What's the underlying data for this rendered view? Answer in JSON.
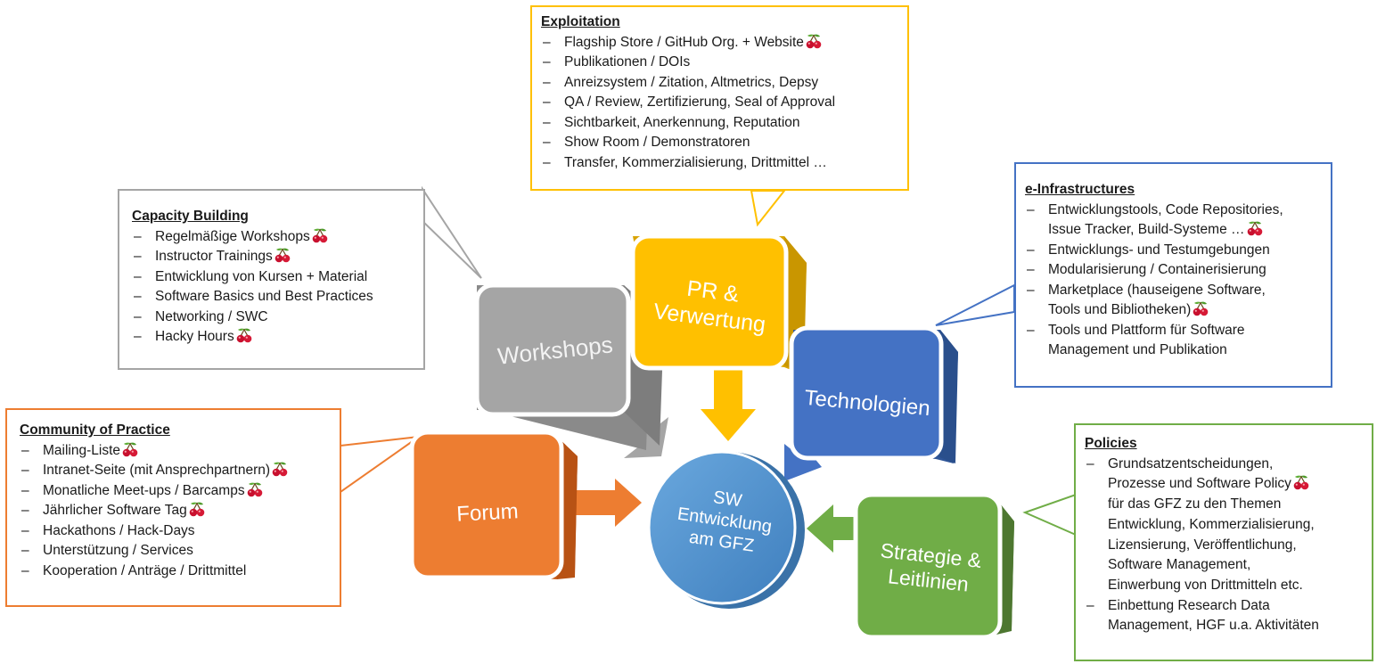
{
  "center": {
    "lines": [
      "SW",
      "Entwicklung",
      "am GFZ"
    ]
  },
  "nodes": {
    "workshops": {
      "label": "Workshops"
    },
    "pr": {
      "lines": [
        "PR &",
        "Verwertung"
      ]
    },
    "technologien": {
      "label": "Technologien"
    },
    "forum": {
      "label": "Forum"
    },
    "strategie": {
      "lines": [
        "Strategie &",
        "Leitlinien"
      ]
    }
  },
  "exploitation": {
    "title": "Exploitation",
    "items": [
      {
        "text": "Flagship Store / GitHub Org. + Website",
        "cherry": true
      },
      {
        "text": "Publikationen / DOIs",
        "cherry": false
      },
      {
        "text": "Anreizsystem / Zitation, Altmetrics, Depsy",
        "cherry": false
      },
      {
        "text": "QA / Review, Zertifizierung, Seal of Approval",
        "cherry": false
      },
      {
        "text": "Sichtbarkeit, Anerkennung, Reputation",
        "cherry": false
      },
      {
        "text": "Show Room / Demonstratoren",
        "cherry": false
      },
      {
        "text": "Transfer, Kommerzialisierung, Drittmittel …",
        "cherry": false
      }
    ]
  },
  "capacity": {
    "title": "Capacity Building",
    "items": [
      {
        "text": "Regelmäßige Workshops",
        "cherry": true
      },
      {
        "text": "Instructor Trainings",
        "cherry": true
      },
      {
        "text": "Entwicklung von Kursen + Material",
        "cherry": false
      },
      {
        "text": "Software Basics und Best Practices",
        "cherry": false
      },
      {
        "text": "Networking / SWC",
        "cherry": false
      },
      {
        "text": "Hacky Hours",
        "cherry": true
      }
    ]
  },
  "einfra": {
    "title": "e-Infrastructures",
    "items": [
      {
        "lines": [
          "Entwicklungstools, Code Repositories,",
          "Issue Tracker, Build-Systeme …"
        ],
        "cherry": true
      },
      {
        "lines": [
          "Entwicklungs- und Testumgebungen"
        ],
        "cherry": false
      },
      {
        "lines": [
          "Modularisierung / Containerisierung"
        ],
        "cherry": false
      },
      {
        "lines": [
          "Marketplace (hauseigene Software,",
          "Tools und Bibliotheken)"
        ],
        "cherry": true
      },
      {
        "lines": [
          "Tools und Plattform für Software",
          "Management und Publikation"
        ],
        "cherry": false
      }
    ]
  },
  "community": {
    "title": "Community of Practice",
    "items": [
      {
        "text": "Mailing-Liste",
        "cherry": true
      },
      {
        "text": "Intranet-Seite (mit Ansprechpartnern)",
        "cherry": true
      },
      {
        "text": "Monatliche Meet-ups / Barcamps",
        "cherry": true
      },
      {
        "text": "Jährlicher Software Tag",
        "cherry": true
      },
      {
        "text": "Hackathons / Hack-Days",
        "cherry": false
      },
      {
        "text": "Unterstützung / Services",
        "cherry": false
      },
      {
        "text": "Kooperation / Anträge / Drittmittel",
        "cherry": false
      }
    ]
  },
  "policies": {
    "title": "Policies",
    "items": [
      {
        "lines": [
          "Grundsatzentscheidungen,",
          "Prozesse und Software Policy",
          "für das GFZ zu den Themen",
          "Entwicklung, Kommerzialisierung,",
          "Lizensierung, Veröffentlichung,",
          "Software Management,",
          "Einwerbung von Drittmitteln etc."
        ],
        "cherry": true
      },
      {
        "lines": [
          "Einbettung Research Data",
          "Management, HGF u.a. Aktivitäten"
        ],
        "cherry": false
      }
    ]
  },
  "colors": {
    "workshops": "#a5a5a5",
    "pr": "#ffc000",
    "technologien": "#4472c4",
    "forum": "#ed7d31",
    "strategie": "#70ad47",
    "center": "#5b9bd5",
    "exploitation_border": "#ffc000",
    "capacity_border": "#a5a5a5",
    "einfra_border": "#4472c4",
    "community_border": "#ed7d31",
    "policies_border": "#70ad47"
  },
  "icons": {
    "cherry": "cherry-icon"
  }
}
